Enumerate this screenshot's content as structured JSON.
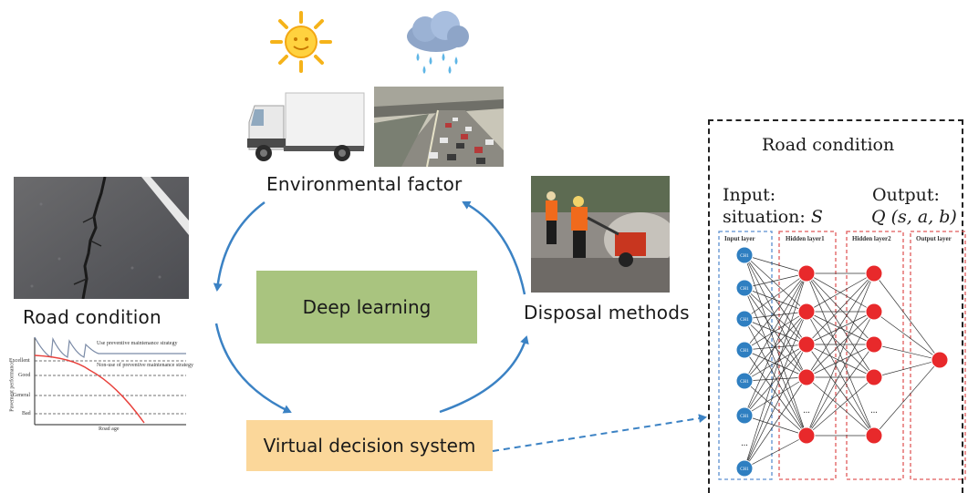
{
  "cycle": {
    "environmental_label": "Environmental factor",
    "road_label": "Road condition",
    "disposal_label": "Disposal methods",
    "deep_learning_label": "Deep learning",
    "virtual_decision_label": "Virtual decision system",
    "deep_learning_color": "#a9c47f",
    "virtual_decision_color": "#fbd79a",
    "arrow_color": "#3b82c4"
  },
  "road_chart": {
    "ylabel": "Pavement performance",
    "xlabel": "Road age",
    "levels": [
      "Excellent",
      "Good",
      "General",
      "Bad"
    ],
    "curve_labels": [
      "Use preventive maintenance strategy",
      "Non-use of preventive maintenance strategy"
    ],
    "curve_colors": [
      "#7a8aa6",
      "#e8413c"
    ]
  },
  "network": {
    "title": "Road condition",
    "input_label": "Input:",
    "input_situation": "situation:",
    "input_symbol": "S",
    "output_label": "Output:",
    "output_formula": "Q (s, a, b)",
    "layers": [
      "Input layer",
      "Hidden layer1",
      "Hidden layer2",
      "Output layer"
    ],
    "input_node_label": "CH1",
    "ellipsis": "...",
    "input_node_color": "#2f7fc1",
    "hidden_node_color": "#e8292b",
    "input_frame_color": "#5a8fd0",
    "hidden_frame_color": "#e05a5a"
  }
}
